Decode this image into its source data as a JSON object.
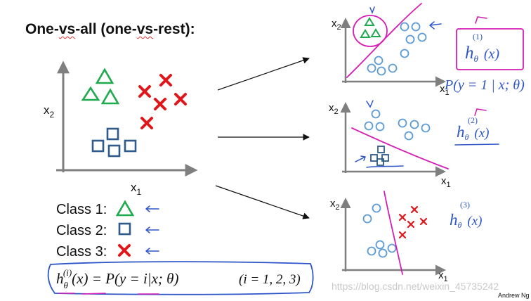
{
  "slide": {
    "title_prefix": "One-",
    "title_vs1": "vs",
    "title_mid": "-all (one-",
    "title_vs2": "vs",
    "title_suffix": "-rest):",
    "author": "Andrew Ng",
    "watermark": "https://blog.csdn.net/weixin_45735242"
  },
  "main_plot": {
    "x_label": "x",
    "x_sub": "1",
    "y_label": "x",
    "y_sub": "2"
  },
  "small_plots": [
    {
      "x_label": "x",
      "x_sub": "1",
      "y_label": "x",
      "y_sub": "2"
    },
    {
      "x_label": "x",
      "x_sub": "1",
      "y_label": "x",
      "y_sub": "2"
    },
    {
      "x_label": "x",
      "x_sub": "1",
      "y_label": "x",
      "y_sub": "2"
    }
  ],
  "legend": [
    {
      "label": "Class 1:",
      "marker": "triangle",
      "color": "#1faa4f"
    },
    {
      "label": "Class 2:",
      "marker": "square",
      "color": "#2f5b8a"
    },
    {
      "label": "Class 3:",
      "marker": "cross",
      "color": "#e0161b"
    }
  ],
  "formula": {
    "h": "h",
    "theta": "θ",
    "sup": "(i)",
    "lhs_rest": "(x) = P(y = i|x; θ)",
    "range": "(i = 1, 2, 3)"
  },
  "annotations": {
    "h1": "h",
    "h1_sub": "θ",
    "h1_sup": "(1)",
    "h1_arg": "(x)",
    "h2": "h",
    "h2_sub": "θ",
    "h2_sup": "(2)",
    "h2_arg": "(x)",
    "h3": "h",
    "h3_sub": "θ",
    "h3_sup": "(3)",
    "h3_arg": "(x)",
    "prob_note": "P(y = 1 | x; θ)"
  },
  "colors": {
    "triangle": "#1faa4f",
    "square": "#2f5b8a",
    "cross": "#e0161b",
    "circle": "#5b9bd5",
    "ink": "#d41eb4",
    "pen_blue": "#2f56c9",
    "axis": "#7f7f7f"
  }
}
